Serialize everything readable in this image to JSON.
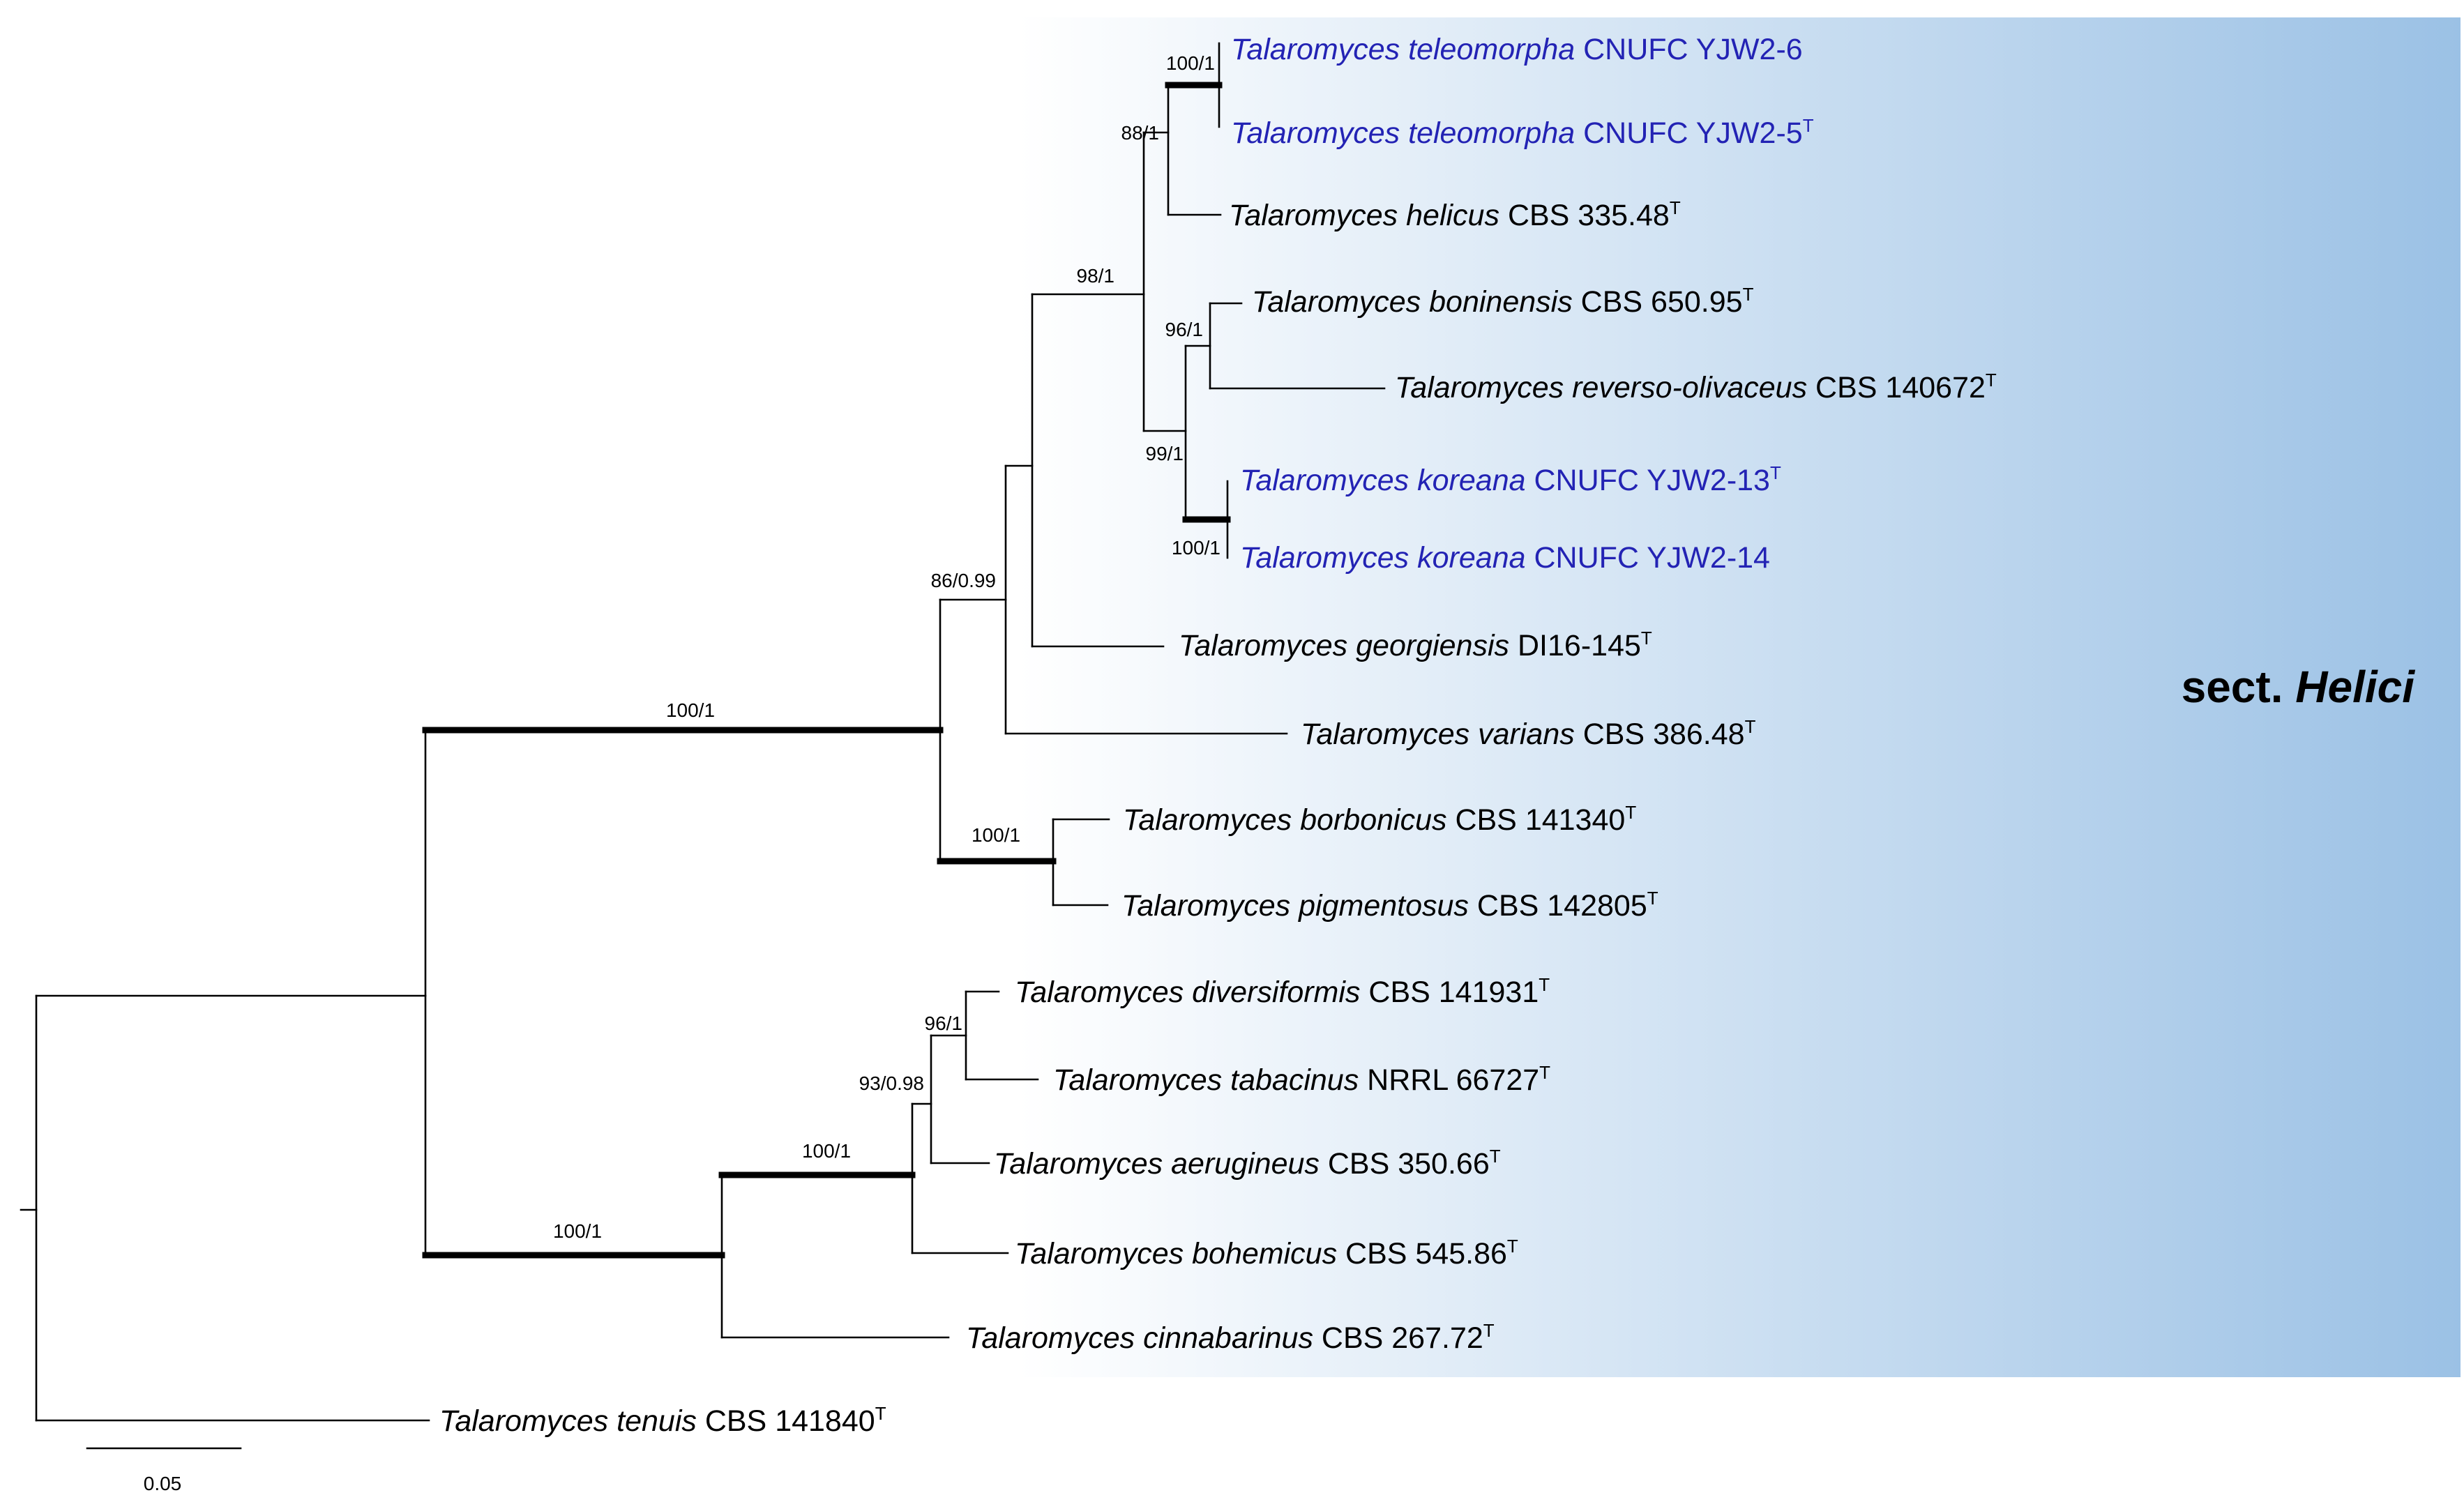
{
  "figure": {
    "section_label": {
      "prefix": "sect.",
      "name": "Helici"
    },
    "scale_bar": {
      "label": "0.05",
      "length": 0.05
    },
    "colors": {
      "new_species_text": "#2323b4",
      "taxon_text": "#000000",
      "highlight_light": "#ffffff",
      "highlight_dark": "#9bc1e5"
    }
  },
  "taxa": [
    {
      "id": "t1",
      "genus": "Talaromyces",
      "species": "teleomorpha",
      "strain": "CNUFC YJW2-6",
      "type": false,
      "new": true
    },
    {
      "id": "t2",
      "genus": "Talaromyces",
      "species": "teleomorpha",
      "strain": "CNUFC YJW2-5",
      "type": true,
      "new": true
    },
    {
      "id": "t3",
      "genus": "Talaromyces",
      "species": "helicus",
      "strain": "CBS 335.48",
      "type": true,
      "new": false
    },
    {
      "id": "t4",
      "genus": "Talaromyces",
      "species": "boninensis",
      "strain": "CBS 650.95",
      "type": true,
      "new": false
    },
    {
      "id": "t5",
      "genus": "Talaromyces",
      "species": "reverso-olivaceus",
      "strain": "CBS 140672",
      "type": true,
      "new": false
    },
    {
      "id": "t6",
      "genus": "Talaromyces",
      "species": "koreana",
      "strain": "CNUFC YJW2-13",
      "type": true,
      "new": true
    },
    {
      "id": "t7",
      "genus": "Talaromyces",
      "species": "koreana",
      "strain": "CNUFC YJW2-14",
      "type": false,
      "new": true
    },
    {
      "id": "t8",
      "genus": "Talaromyces",
      "species": "georgiensis",
      "strain": "DI16-145",
      "type": true,
      "new": false
    },
    {
      "id": "t9",
      "genus": "Talaromyces",
      "species": "varians",
      "strain": "CBS 386.48",
      "type": true,
      "new": false
    },
    {
      "id": "t10",
      "genus": "Talaromyces",
      "species": "borbonicus",
      "strain": "CBS 141340",
      "type": true,
      "new": false
    },
    {
      "id": "t11",
      "genus": "Talaromyces",
      "species": "pigmentosus",
      "strain": "CBS 142805",
      "type": true,
      "new": false
    },
    {
      "id": "t12",
      "genus": "Talaromyces",
      "species": "diversiformis",
      "strain": "CBS 141931",
      "type": true,
      "new": false
    },
    {
      "id": "t13",
      "genus": "Talaromyces",
      "species": "tabacinus",
      "strain": "NRRL 66727",
      "type": true,
      "new": false
    },
    {
      "id": "t14",
      "genus": "Talaromyces",
      "species": "aerugineus",
      "strain": "CBS 350.66",
      "type": true,
      "new": false
    },
    {
      "id": "t15",
      "genus": "Talaromyces",
      "species": "bohemicus",
      "strain": "CBS 545.86",
      "type": true,
      "new": false
    },
    {
      "id": "t16",
      "genus": "Talaromyces",
      "species": "cinnabarinus",
      "strain": "CBS 267.72",
      "type": true,
      "new": false
    },
    {
      "id": "t17",
      "genus": "Talaromyces",
      "species": "tenuis",
      "strain": "CBS 141840",
      "type": true,
      "new": false
    }
  ],
  "support_values": [
    {
      "id": "s1",
      "text": "100/1"
    },
    {
      "id": "s2",
      "text": "88/1"
    },
    {
      "id": "s3",
      "text": "98/1"
    },
    {
      "id": "s4",
      "text": "96/1"
    },
    {
      "id": "s5",
      "text": "99/1"
    },
    {
      "id": "s6",
      "text": "100/1"
    },
    {
      "id": "s7",
      "text": "86/0.99"
    },
    {
      "id": "s8",
      "text": "100/1"
    },
    {
      "id": "s9",
      "text": "100/1"
    },
    {
      "id": "s10",
      "text": "96/1"
    },
    {
      "id": "s11",
      "text": "93/0.98"
    },
    {
      "id": "s12",
      "text": "100/1"
    },
    {
      "id": "s13",
      "text": "100/1"
    }
  ]
}
